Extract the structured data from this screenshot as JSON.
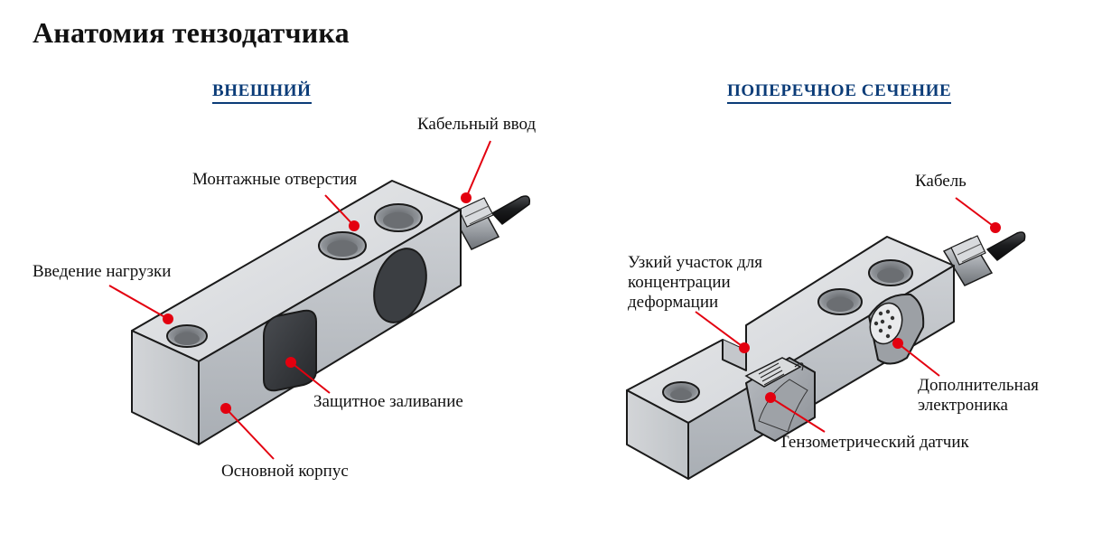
{
  "title": "Анатомия тензодатчика",
  "sections": {
    "external": "ВНЕШНИЙ",
    "cross_section": "ПОПЕРЕЧНОЕ СЕЧЕНИЕ"
  },
  "labels": {
    "cable_entry": "Кабельный ввод",
    "mounting_holes": "Монтажные отверстия",
    "load_introduction": "Введение нагрузки",
    "protective_potting": "Защитное заливание",
    "main_body": "Основной корпус",
    "cable": "Кабель",
    "narrow_section": [
      "Узкий участок для",
      "концентрации",
      "деформации"
    ],
    "extra_electronics": [
      "Дополнительная",
      "электроника"
    ],
    "strain_gauge": "Тензометрический датчик"
  },
  "colors": {
    "marker": "#e3000f",
    "heading": "#0b3c78",
    "body_top": "#dcdee1",
    "body_front": "#c9ccd0",
    "body_side": "#b7bbc0"
  }
}
